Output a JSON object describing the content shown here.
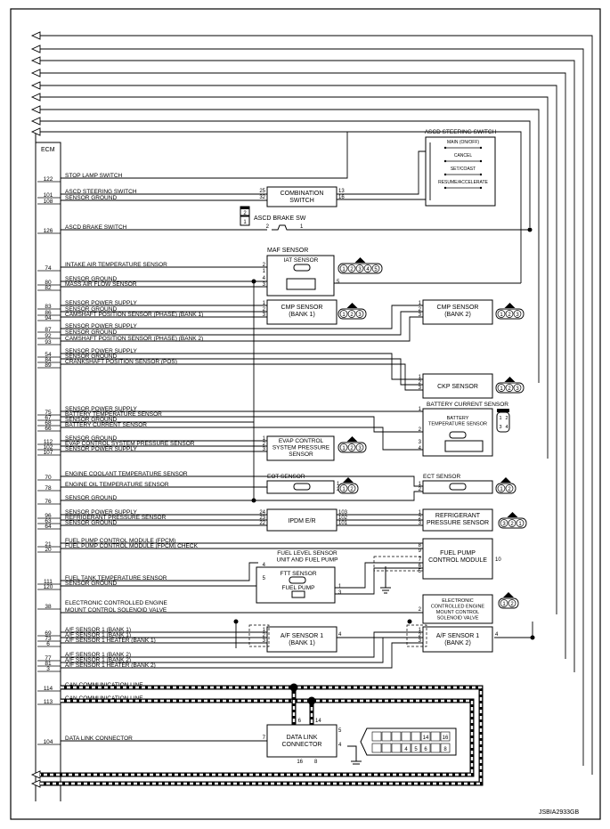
{
  "ecm_label": "ECM",
  "footer_code": "JSBIA2933GB",
  "ecm_pins": [
    {
      "num": "122",
      "label": "STOP LAMP SWITCH"
    },
    {
      "num": "101",
      "label": "ASCD STEERING SWITCH"
    },
    {
      "num": "108",
      "label": "SENSOR GROUND"
    },
    {
      "num": "126",
      "label": "ASCD BRAKE SWITCH"
    },
    {
      "num": "74",
      "label": "INTAKE AIR TEMPERATURE SENSOR"
    },
    {
      "num": "80",
      "label": "SENSOR GROUND"
    },
    {
      "num": "82",
      "label": "MASS AIR FLOW SENSOR"
    },
    {
      "num": "83",
      "label": "SENSOR POWER SUPPLY"
    },
    {
      "num": "86",
      "label": "SENSOR GROUND"
    },
    {
      "num": "94",
      "label": "CAMSHAFT POSITION SENSOR (PHASE) (BANK 1)"
    },
    {
      "num": "87",
      "label": "SENSOR POWER SUPPLY"
    },
    {
      "num": "92",
      "label": "SENSOR GROUND"
    },
    {
      "num": "93",
      "label": "CAMSHAFT POSITION SENSOR (PHASE) (BANK 2)"
    },
    {
      "num": "54",
      "label": "SENSOR POWER SUPPLY"
    },
    {
      "num": "84",
      "label": "SENSOR GROUND"
    },
    {
      "num": "89",
      "label": "CRANKSHAFT POSITION SENSOR (POS)"
    },
    {
      "num": "75",
      "label": "SENSOR POWER SUPPLY"
    },
    {
      "num": "67",
      "label": "BATTERY TEMPERATURE SENSOR"
    },
    {
      "num": "68",
      "label": "SENSOR GROUND"
    },
    {
      "num": "66",
      "label": "BATTERY CURRENT SENSOR"
    },
    {
      "num": "112",
      "label": "SENSOR GROUND"
    },
    {
      "num": "102",
      "label": "EVAP CONTROL SYSTEM PRESSURE SENSOR"
    },
    {
      "num": "107",
      "label": "SENSOR POWER SUPPLY"
    },
    {
      "num": "70",
      "label": "ENGINE COOLANT TEMPERATURE SENSOR"
    },
    {
      "num": "78",
      "label": "ENGINE OIL TEMPERATURE SENSOR"
    },
    {
      "num": "76",
      "label": "SENSOR GROUND"
    },
    {
      "num": "96",
      "label": "SENSOR POWER SUPPLY"
    },
    {
      "num": "63",
      "label": "REFRIGERANT PRESSURE SENSOR"
    },
    {
      "num": "64",
      "label": "SENSOR GROUND"
    },
    {
      "num": "21",
      "label": "FUEL PUMP CONTROL MODULE (FPCM)"
    },
    {
      "num": "20",
      "label": "FUEL PUMP CONTROL MODULE (FPCM) CHECK"
    },
    {
      "num": "111",
      "label": "FUEL TANK TEMPERATURE SENSOR"
    },
    {
      "num": "120",
      "label": "SENSOR GROUND"
    },
    {
      "num": "38",
      "label": "ELECTRONIC CONTROLLED ENGINE"
    },
    {
      "num": "",
      "label": "MOUNT CONTROL SOLENOID VALVE"
    },
    {
      "num": "69",
      "label": "A/F SENSOR 1 (BANK 1)"
    },
    {
      "num": "73",
      "label": "A/F SENSOR 1 (BANK 1)"
    },
    {
      "num": "6",
      "label": "A/F SENSOR 1 HEATER (BANK 1)"
    },
    {
      "num": "77",
      "label": "A/F SENSOR 1 (BANK 2)"
    },
    {
      "num": "81",
      "label": "A/F SENSOR 1 (BANK 2)"
    },
    {
      "num": "3",
      "label": "A/F SENSOR 1 HEATER (BANK 2)"
    },
    {
      "num": "114",
      "label": "CAN COMMUNICATION LINE"
    },
    {
      "num": "113",
      "label": "CAN COMMUNICATION LINE"
    },
    {
      "num": "104",
      "label": "DATA LINK CONNECTOR"
    }
  ],
  "components": {
    "combination_switch": {
      "title": "COMBINATION\nSWITCH",
      "pins": [
        "25",
        "32",
        "13",
        "16"
      ]
    },
    "ascd_steering_switch": {
      "title": "ASCD STEERING SWITCH",
      "items": [
        "MAIN (ON/OFF)",
        "CANCEL",
        "SET/COAST",
        "RESUME/ACCELERATE"
      ]
    },
    "ascd_brake_sw": {
      "title": "ASCD BRAKE SW",
      "pins": [
        "2",
        "1"
      ],
      "connector": [
        "2",
        "1"
      ]
    },
    "maf_sensor": {
      "title": "MAF SENSOR",
      "sub": "IAT SENSOR",
      "pins": [
        "2",
        "1",
        "4",
        "3",
        "5"
      ],
      "connector": [
        "1",
        "2",
        "3",
        "4",
        "5"
      ]
    },
    "cmp_bank1": {
      "title": "CMP SENSOR\n(BANK 1)",
      "pins": [
        "1",
        "2",
        "3"
      ],
      "connector": [
        "1",
        "2",
        "3"
      ]
    },
    "cmp_bank2": {
      "title": "CMP SENSOR\n(BANK 2)",
      "pins": [
        "1",
        "2",
        "3"
      ],
      "connector": [
        "1",
        "2",
        "3"
      ]
    },
    "ckp_sensor": {
      "title": "CKP SENSOR",
      "pins": [
        "1",
        "2",
        "3"
      ],
      "connector": [
        "1",
        "2",
        "3"
      ]
    },
    "battery_current_sensor": {
      "title": "BATTERY CURRENT SENSOR",
      "sub": "BATTERY\nTEMPERATURE SENSOR",
      "pins": [
        "1",
        "2",
        "3",
        "4"
      ],
      "connector": [
        "1",
        "2",
        "3",
        "4"
      ]
    },
    "evap_sensor": {
      "title": "EVAP CONTROL\nSYSTEM PRESSURE\nSENSOR",
      "pins": [
        "1",
        "2",
        "3"
      ],
      "connector": [
        "1",
        "2",
        "3"
      ]
    },
    "eot_sensor": {
      "title": "EOT SENSOR",
      "pins": [
        "1",
        "2"
      ],
      "connector": [
        "1",
        "2"
      ]
    },
    "ect_sensor": {
      "title": "ECT SENSOR",
      "pins": [
        "1",
        "2"
      ],
      "connector": [
        "1",
        "2"
      ]
    },
    "ipdm": {
      "title": "IPDM E/R",
      "pins": [
        "24",
        "23",
        "22",
        "103",
        "102",
        "101"
      ]
    },
    "refrigerant_sensor": {
      "title": "REFRIGERANT\nPRESSURE SENSOR",
      "pins": [
        "1",
        "2",
        "3"
      ],
      "connector": [
        "3",
        "2",
        "1"
      ]
    },
    "fuel_pump_module": {
      "title": "FUEL PUMP\nCONTROL MODULE",
      "pins": [
        "8",
        "9",
        "7",
        "6",
        "5",
        "10"
      ]
    },
    "fuel_level_unit": {
      "title": "FUEL LEVEL SENSOR\nUNIT AND FUEL PUMP",
      "sub1": "FTT SENSOR",
      "sub2": "FUEL PUMP",
      "pins": [
        "4",
        "5",
        "1",
        "3"
      ]
    },
    "mount_solenoid": {
      "title": "ELECTRONIC\nCONTROLLED ENGINE\nMOUNT CONTROL\nSOLENOID VALVE",
      "pins": [
        "2",
        "1"
      ],
      "connector": [
        "1",
        "2"
      ]
    },
    "af_bank1": {
      "title": "A/F SENSOR 1\n(BANK 1)",
      "pins": [
        "1",
        "2",
        "3",
        "4"
      ]
    },
    "af_bank2": {
      "title": "A/F SENSOR 1\n(BANK 2)",
      "pins": [
        "1",
        "2",
        "3",
        "4"
      ]
    },
    "dlc": {
      "title": "DATA LINK\nCONNECTOR",
      "pins": [
        "6",
        "14",
        "5",
        "7",
        "4",
        "16",
        "8"
      ],
      "connector": [
        "14",
        "16",
        "4",
        "5",
        "6",
        "8"
      ]
    }
  }
}
